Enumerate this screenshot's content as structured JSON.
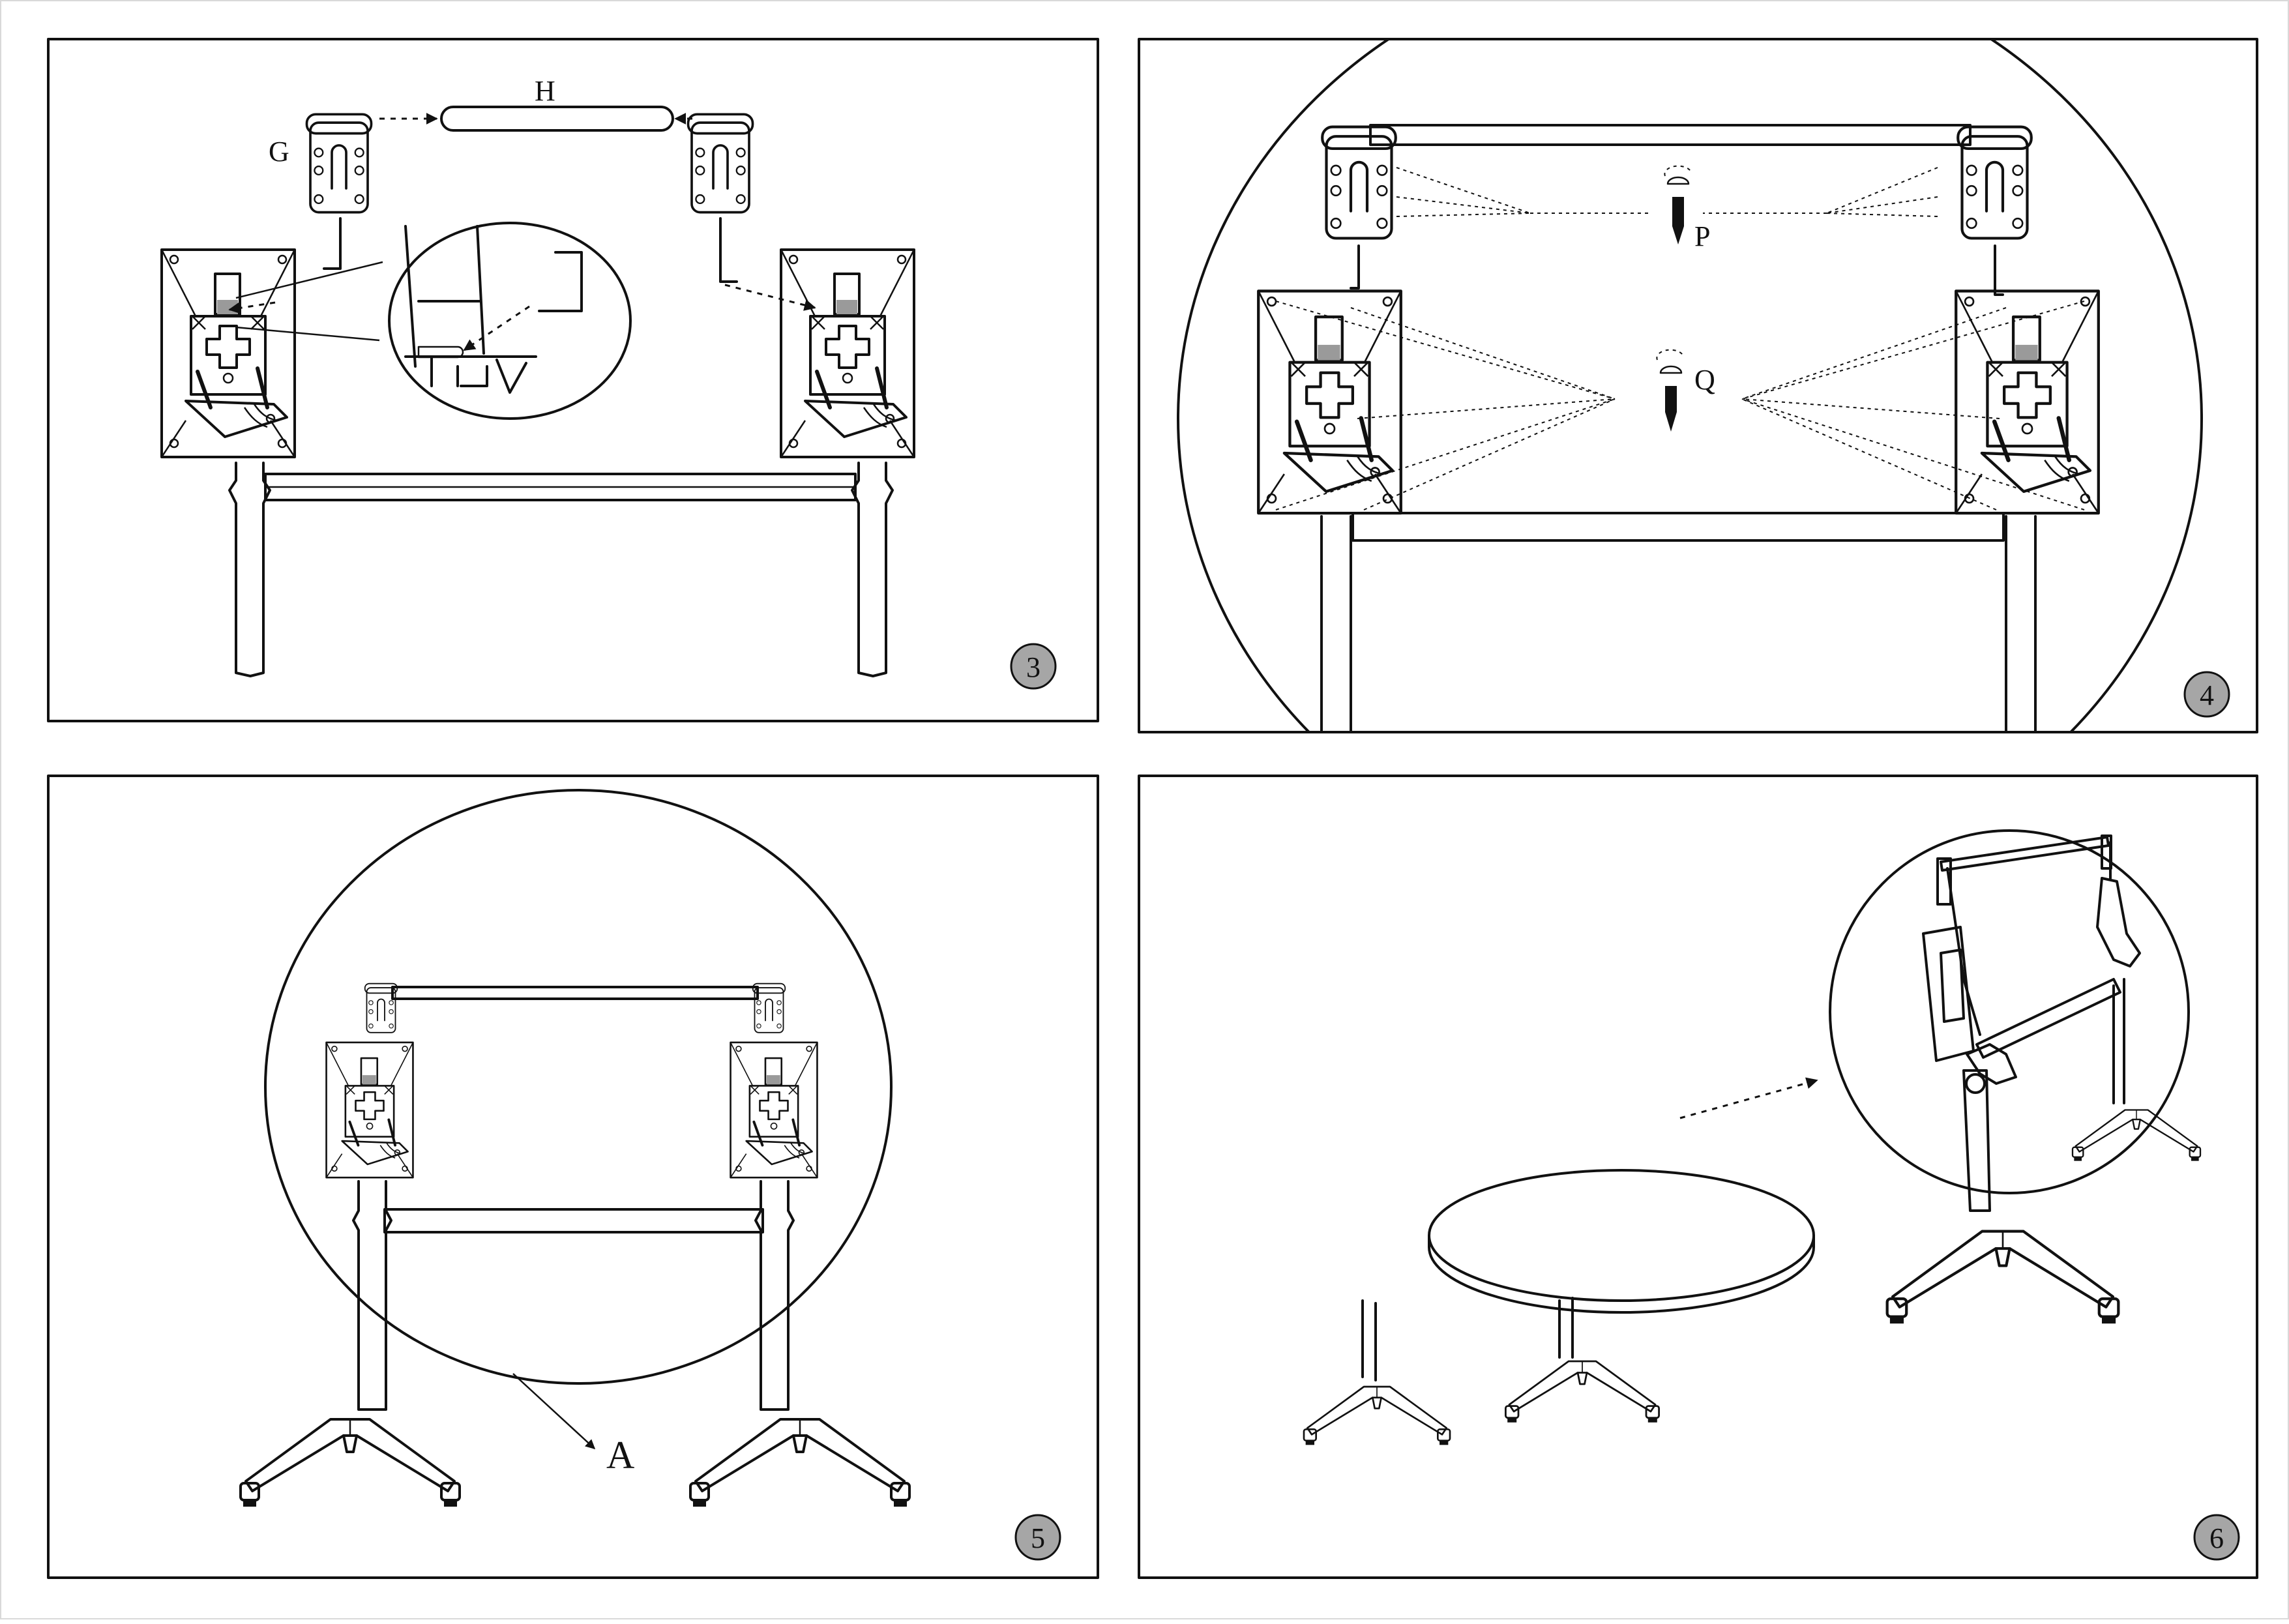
{
  "panels": [
    {
      "id": "panel-3",
      "step": "3",
      "labels": {
        "g": "G",
        "h": "H"
      }
    },
    {
      "id": "panel-4",
      "step": "4",
      "labels": {
        "p": "P",
        "q": "Q"
      }
    },
    {
      "id": "panel-5",
      "step": "5",
      "labels": {
        "a": "A"
      }
    },
    {
      "id": "panel-6",
      "step": "6",
      "labels": {}
    }
  ],
  "colors": {
    "line": "#111111",
    "badge": "#a6a6a6",
    "background": "#ffffff"
  }
}
